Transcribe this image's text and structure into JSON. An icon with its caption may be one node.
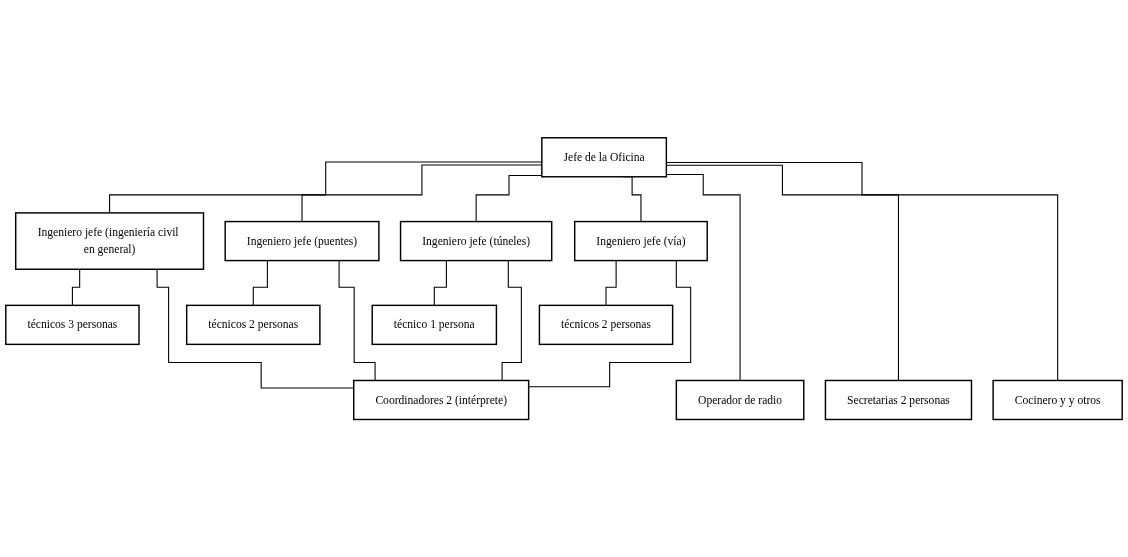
{
  "diagram": {
    "nodes": [
      {
        "text": [
          "Jefe de la Oficina"
        ]
      },
      {
        "text": [
          "Ingeniero jefe (ingeniería civil en general)"
        ]
      },
      {
        "text": [
          "Ingeniero jefe (puentes)"
        ]
      },
      {
        "text": [
          "Ingeniero jefe (túneles)"
        ]
      },
      {
        "text": [
          "Ingeniero jefe (vía)"
        ]
      },
      {
        "text": [
          "técnicos 3 personas"
        ]
      },
      {
        "text": [
          "técnicos 2 personas"
        ]
      },
      {
        "text": [
          "técnico 1 persona"
        ]
      },
      {
        "text": [
          "técnicos 2 personas"
        ]
      },
      {
        "text": [
          "Coordinadores 2 (intérprete)"
        ]
      },
      {
        "text": [
          "Operador de radio"
        ]
      },
      {
        "text": [
          "Secretarias 2 personas"
        ]
      },
      {
        "text": [
          "Cocinero y y otros"
        ]
      }
    ],
    "edges": [
      {
        "from": 0,
        "to": 1,
        "arrow": "none"
      },
      {
        "from": 0,
        "to": 2,
        "arrow": "none"
      },
      {
        "from": 0,
        "to": 3,
        "arrow": "none"
      },
      {
        "from": 0,
        "to": 4,
        "arrow": "none"
      },
      {
        "from": 0,
        "to": 10,
        "arrow": "none"
      },
      {
        "from": 0,
        "to": 11,
        "arrow": "none"
      },
      {
        "from": 0,
        "to": 12,
        "arrow": "none"
      },
      {
        "from": 1,
        "to": 5,
        "arrow": "none"
      },
      {
        "from": 2,
        "to": 6,
        "arrow": "none"
      },
      {
        "from": 3,
        "to": 7,
        "arrow": "none"
      },
      {
        "from": 4,
        "to": 8,
        "arrow": "none"
      },
      {
        "from": 1,
        "to": 9,
        "arrow": "none"
      },
      {
        "from": 2,
        "to": 9,
        "arrow": "none"
      },
      {
        "from": 3,
        "to": 9,
        "arrow": "none"
      },
      {
        "from": 4,
        "to": 9,
        "arrow": "none"
      }
    ]
  }
}
